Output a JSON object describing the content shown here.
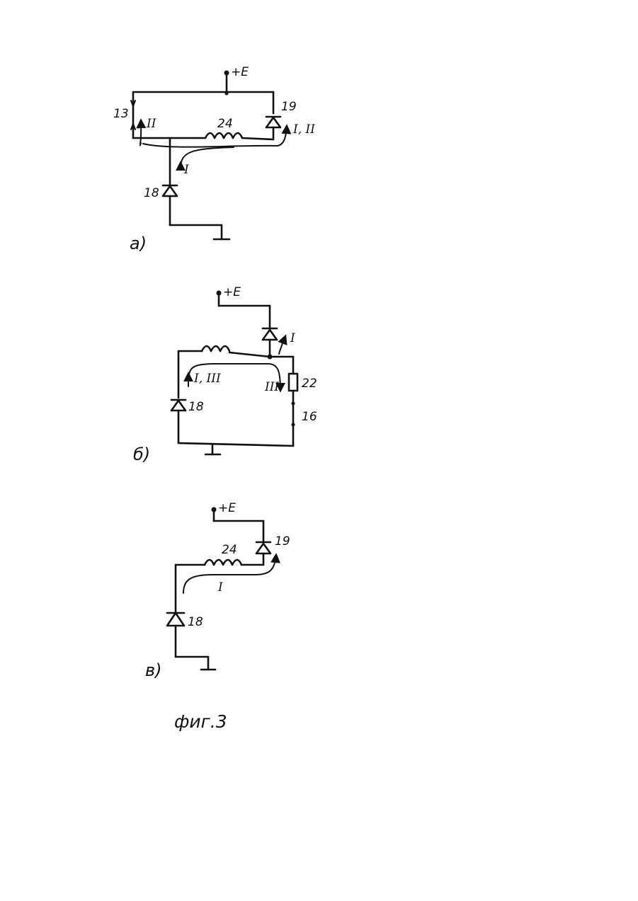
{
  "figure": {
    "caption": "фиг.3",
    "panels": [
      {
        "id": "a",
        "label": "а)",
        "supply": "+E",
        "elements": {
          "capacitor": "13",
          "inductor": "24",
          "diode_top": "19",
          "diode_bottom": "18"
        },
        "currents": {
          "c1": "II",
          "c2": "I",
          "c3": "I, II"
        }
      },
      {
        "id": "b",
        "label": "б)",
        "supply": "+E",
        "elements": {
          "resistor": "22",
          "diode_left": "18",
          "node": "16"
        },
        "currents": {
          "c1": "I",
          "c2": "I, III",
          "c3": "III"
        }
      },
      {
        "id": "c",
        "label": "в)",
        "supply": "+E",
        "elements": {
          "inductor": "24",
          "diode_top": "19",
          "diode_bottom": "18"
        },
        "currents": {
          "c1": "I"
        }
      }
    ]
  }
}
